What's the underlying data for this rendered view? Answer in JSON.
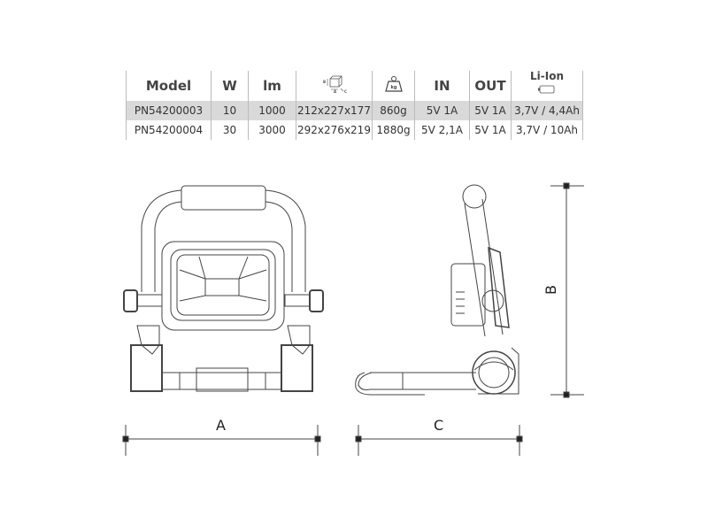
{
  "table": {
    "headers": {
      "model": "Model",
      "watt": "W",
      "lumen": "lm",
      "dimensions_icon": "box-dimensions-icon",
      "dim_axes": [
        "A",
        "B",
        "C"
      ],
      "weight_icon": "weight-kg-icon",
      "weight_icon_text": "kg",
      "in": "IN",
      "out": "OUT",
      "battery": "Li-Ion",
      "battery_icon": "battery-icon"
    },
    "rows": [
      {
        "model": "PN54200003",
        "watt": "10",
        "lumen": "1000",
        "dimensions": "212x227x177",
        "weight": "860g",
        "in": "5V 1A",
        "out": "5V 1A",
        "battery": "3,7V / 4,4Ah"
      },
      {
        "model": "PN54200004",
        "watt": "30",
        "lumen": "3000",
        "dimensions": "292x276x219",
        "weight": "1880g",
        "in": "5V 2,1A",
        "out": "5V 1A",
        "battery": "3,7V / 10Ah"
      }
    ]
  },
  "dimensions": {
    "a": "A",
    "b": "B",
    "c": "C"
  },
  "colors": {
    "row_highlight": "#d9d9d9",
    "line": "#444444"
  }
}
